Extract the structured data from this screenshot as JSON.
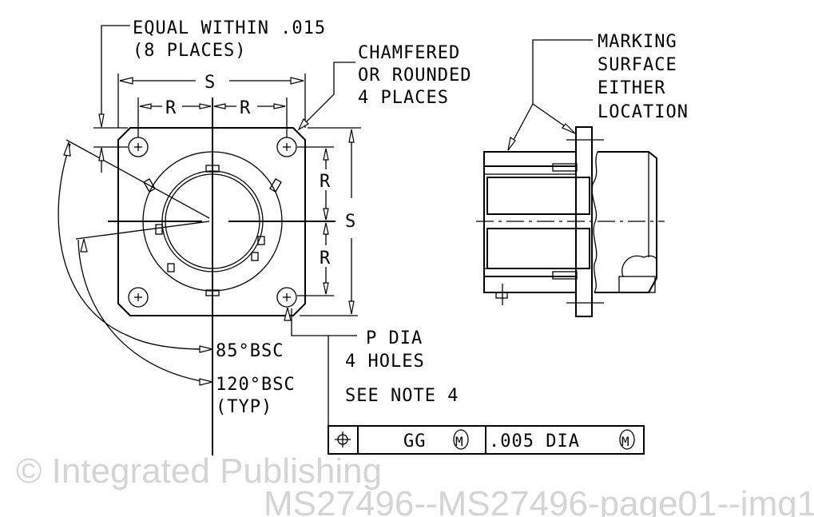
{
  "notes": {
    "equal_within": [
      "EQUAL WITHIN .015",
      "(8 PLACES)"
    ],
    "chamfered": [
      "CHAMFERED",
      "OR ROUNDED",
      "4 PLACES"
    ],
    "marking": [
      "MARKING",
      "SURFACE",
      "EITHER",
      "LOCATION"
    ],
    "p_dia": [
      "P DIA",
      "4 HOLES"
    ],
    "see_note": "SEE NOTE 4",
    "angle_85": "85°BSC",
    "angle_120": "120°BSC",
    "typ": "(TYP)"
  },
  "dimensions": {
    "s": "S",
    "r": "R"
  },
  "feature_control_frame": {
    "symbol": "position-icon",
    "datum": "GG",
    "modifier": "M",
    "tolerance": ".005 DIA",
    "tolerance_modifier": "M"
  },
  "watermark": {
    "line1": "© Integrated Publishing",
    "line2": "MS27496--MS27496-page01--img1"
  }
}
